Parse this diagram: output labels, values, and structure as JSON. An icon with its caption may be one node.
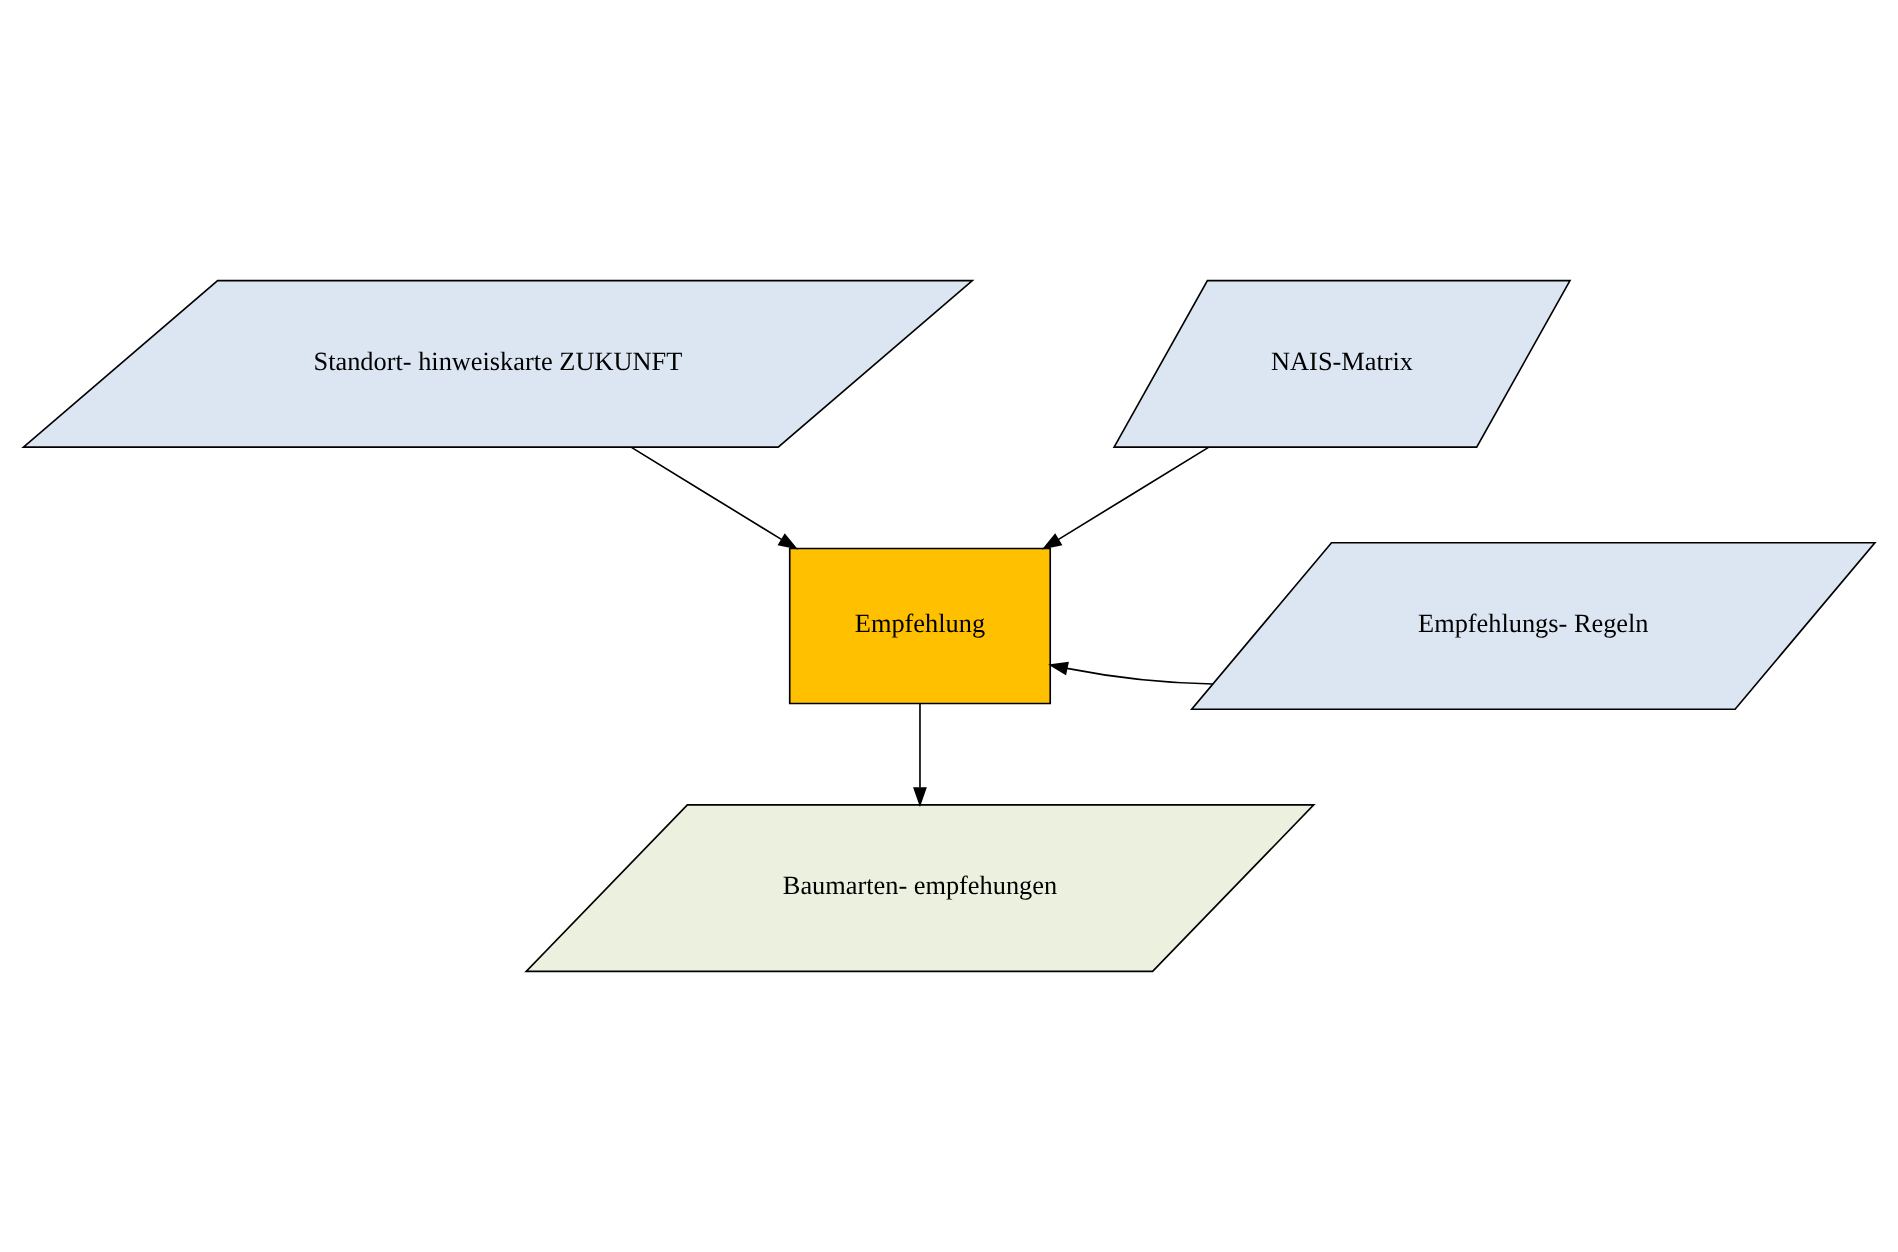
{
  "diagram": {
    "nodes": [
      {
        "text": [
          "Standort- hinweiskarte ZUKUNFT"
        ]
      },
      {
        "text": [
          "NAIS-Matrix"
        ]
      },
      {
        "text": [
          "Empfehlung"
        ]
      },
      {
        "text": [
          "Empfehlungs- Regeln"
        ]
      },
      {
        "text": [
          "Baumarten- empfehungen"
        ]
      }
    ],
    "edges": [
      {
        "from": 0,
        "to": 2,
        "arrow": "to"
      },
      {
        "from": 1,
        "to": 2,
        "arrow": "to"
      },
      {
        "from": 3,
        "to": 2,
        "arrow": "to"
      },
      {
        "from": 2,
        "to": 4,
        "arrow": "to"
      }
    ]
  }
}
